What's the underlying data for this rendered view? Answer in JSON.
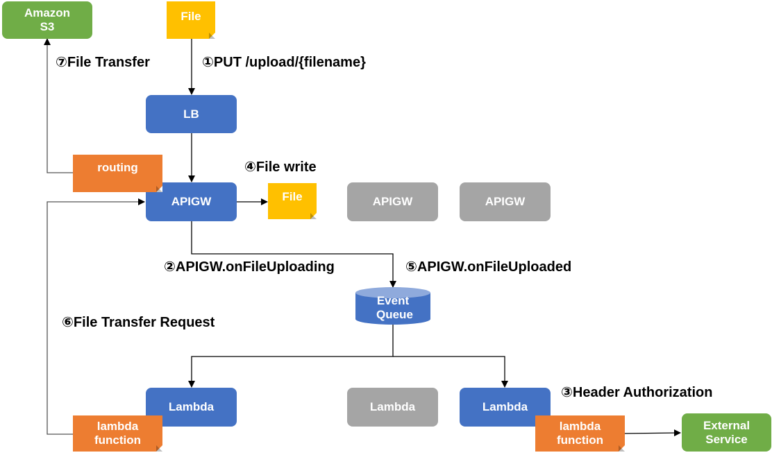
{
  "nodes": {
    "s3": "Amazon S3",
    "file_top": "File",
    "lb": "LB",
    "routing": "routing",
    "apigw_main": "APIGW",
    "file_write": "File",
    "apigw_gray1": "APIGW",
    "apigw_gray2": "APIGW",
    "event_queue": "Event Queue",
    "lambda_left": "Lambda",
    "lambda_middle": "Lambda",
    "lambda_right": "Lambda",
    "lambda_function_left": "lambda function",
    "lambda_function_right": "lambda function",
    "external_service": "External Service"
  },
  "labels": {
    "step1": "①PUT /upload/{filename}",
    "step2": "②APIGW.onFileUploading",
    "step3": "③Header Authorization",
    "step4": "④File write",
    "step5": "⑤APIGW.onFileUploaded",
    "step6": "⑥File Transfer Request",
    "step7": "⑦File Transfer"
  },
  "colors": {
    "active": "#4472c4",
    "inactive": "#a5a5a5",
    "external": "#70ad47",
    "file": "#ffc000",
    "note": "#ed7d31"
  }
}
